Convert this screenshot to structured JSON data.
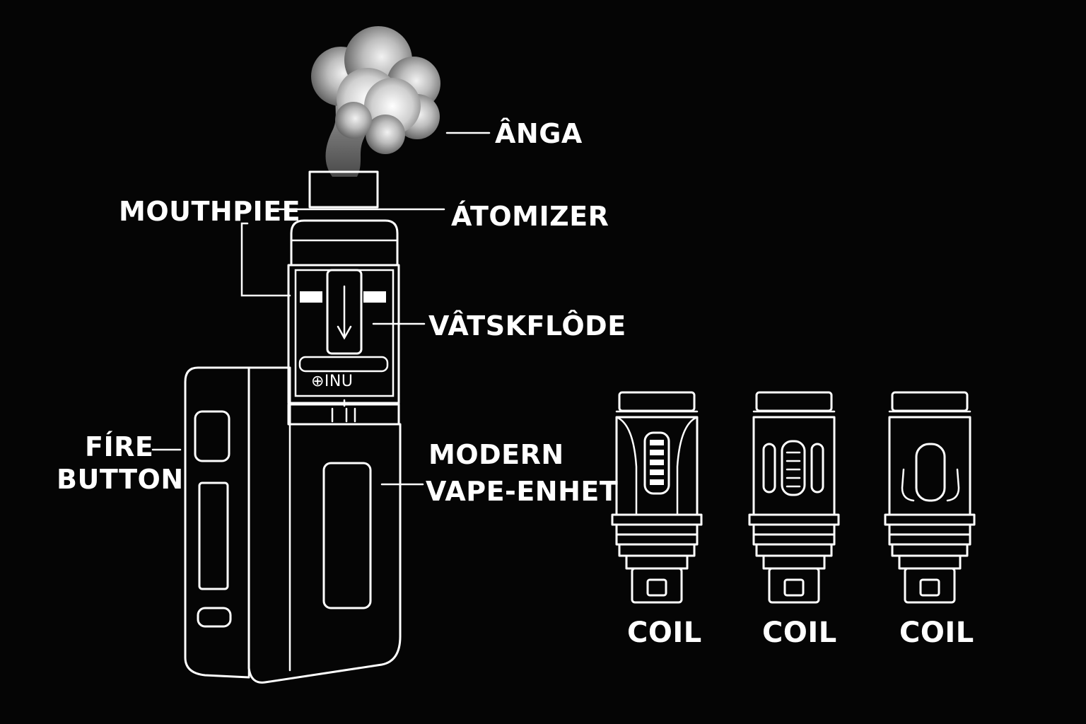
{
  "labels": {
    "vapor": "ÂNGA",
    "mouthpiece": "MOUTHPIEE",
    "atomizer": "ÁTOMIZER",
    "liquid_flow": "VÂTSKFLÔDE",
    "fire_button_line1": "FÍRE",
    "fire_button_line2": "BUTTON",
    "device_line1": "MODERN",
    "device_line2": "VAPE-ENHET",
    "tank_marking": "⊕INU"
  },
  "coils": [
    {
      "label": "COIL"
    },
    {
      "label": "COIL"
    },
    {
      "label": "COIL"
    }
  ],
  "colors": {
    "background": "#050505",
    "line": "#ffffff"
  }
}
